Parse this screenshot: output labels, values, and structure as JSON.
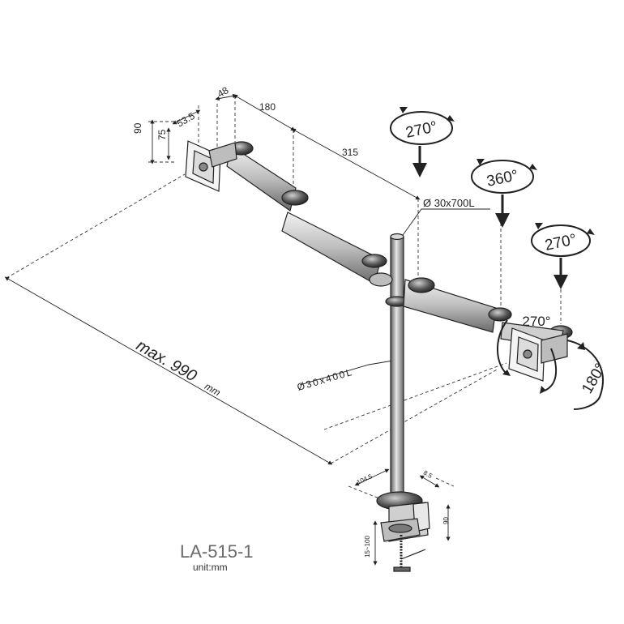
{
  "product": {
    "model": "LA-515-1",
    "unit": "unit:mm"
  },
  "dimensions": {
    "plate_90": "90",
    "plate_75": "75",
    "d_53_5": "53.5",
    "d_48": "48",
    "d_180": "180",
    "d_315": "315",
    "pole_top": "Ø 30x700L",
    "pole_lower": "Ø30x400L",
    "max_span": "max. 990",
    "max_span_unit": "mm",
    "clamp_104_5": "104.5",
    "clamp_8_5": "8.5",
    "clamp_90": "90",
    "clamp_15_100": "15~100"
  },
  "rotations": {
    "top": "270°",
    "middle": "360°",
    "right": "270°",
    "tilt": "270°",
    "swivel": "180°"
  },
  "colors": {
    "line": "#222222",
    "metal_light": "#e6e6e6",
    "metal_mid": "#bdbdbd",
    "metal_dark": "#5a5a5a",
    "model_text": "#6a6a6a"
  }
}
